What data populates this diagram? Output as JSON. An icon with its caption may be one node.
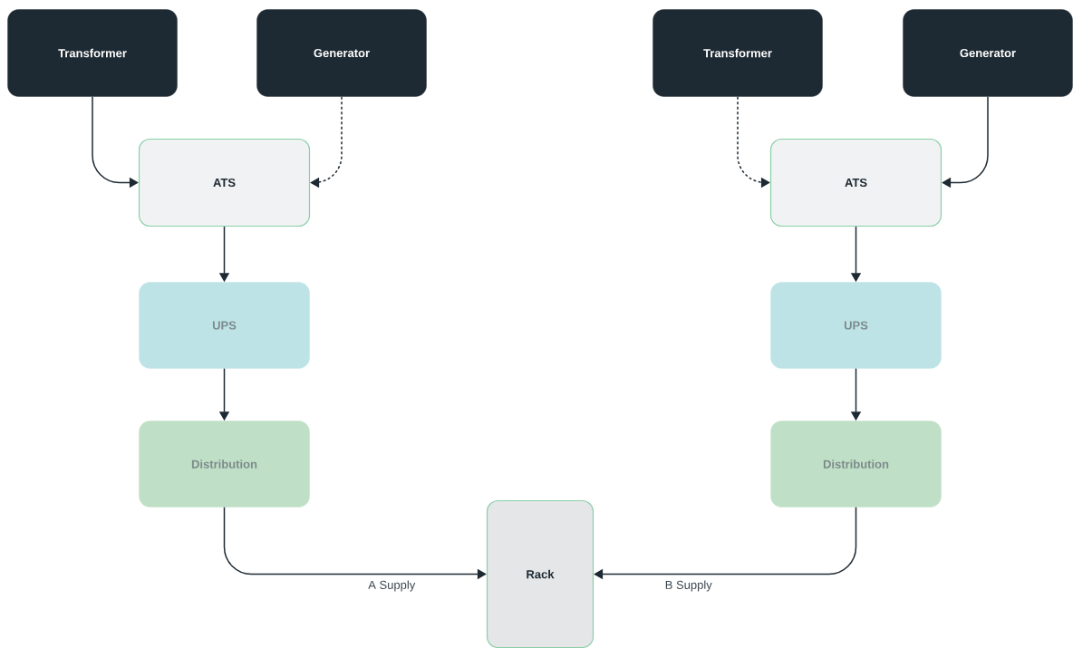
{
  "diagram": {
    "nodes": [
      {
        "text": [
          "Transformer"
        ]
      },
      {
        "text": [
          "Generator"
        ]
      },
      {
        "text": [
          "Transformer"
        ]
      },
      {
        "text": [
          "Generator"
        ]
      },
      {
        "text": [
          "ATS"
        ]
      },
      {
        "text": [
          "ATS"
        ]
      },
      {
        "text": [
          "UPS"
        ]
      },
      {
        "text": [
          "UPS"
        ]
      },
      {
        "text": [
          "Distribution"
        ]
      },
      {
        "text": [
          "Distribution"
        ]
      },
      {
        "text": [
          "Rack"
        ]
      }
    ],
    "edges": [
      {
        "from": 0,
        "to": 4,
        "arrow": "to"
      },
      {
        "from": 1,
        "to": 4,
        "arrow": "to",
        "style": "dashed"
      },
      {
        "from": 2,
        "to": 5,
        "arrow": "to",
        "style": "dashed"
      },
      {
        "from": 3,
        "to": 5,
        "arrow": "to"
      },
      {
        "from": 4,
        "to": 6,
        "arrow": "to"
      },
      {
        "from": 5,
        "to": 7,
        "arrow": "to"
      },
      {
        "from": 6,
        "to": 8,
        "arrow": "to"
      },
      {
        "from": 7,
        "to": 9,
        "arrow": "to"
      },
      {
        "from": 8,
        "to": 10,
        "arrow": "to",
        "label": "A Supply"
      },
      {
        "from": 9,
        "to": 10,
        "arrow": "to",
        "label": "B Supply"
      }
    ]
  }
}
